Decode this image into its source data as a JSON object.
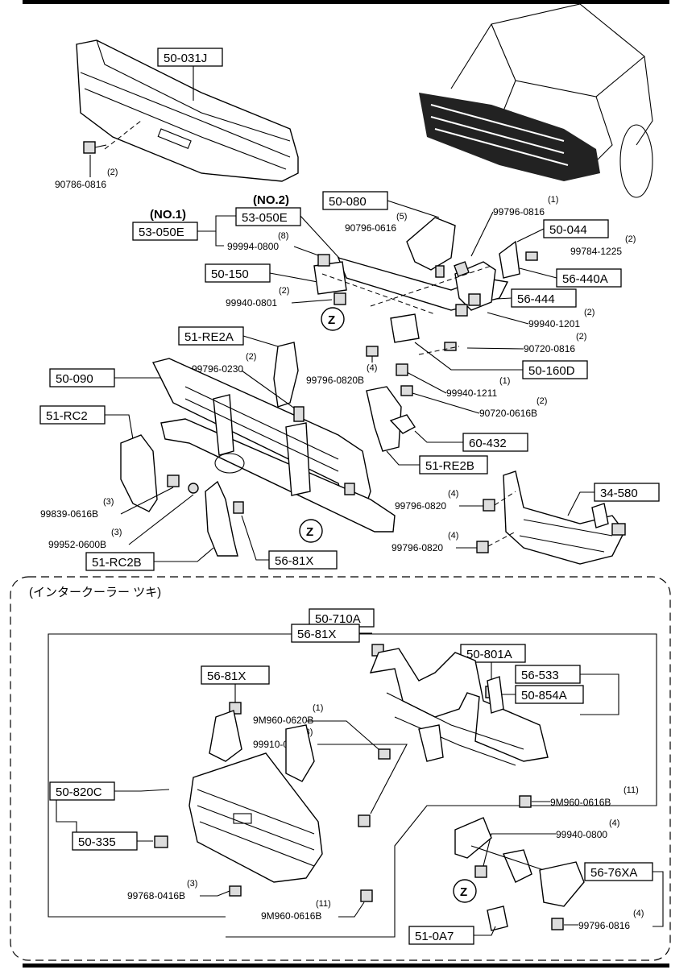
{
  "boxes": {
    "b50031J": "50-031J",
    "b53050E_2": "53-050E",
    "b53050E_1": "53-050E",
    "b50080": "50-080",
    "b50044": "50-044",
    "b56440A": "56-440A",
    "b56444": "56-444",
    "b50150": "50-150",
    "b51RE2A": "51-RE2A",
    "b50160D": "50-160D",
    "b50090": "50-090",
    "b51RC2": "51-RC2",
    "b60432": "60-432",
    "b51RE2B": "51-RE2B",
    "b34580": "34-580",
    "b51RC2B": "51-RC2B",
    "b5681X_a": "56-81X",
    "b50710A": "50-710A",
    "b5681X_b": "56-81X",
    "b50801A": "50-801A",
    "b5681X_c": "56-81X",
    "b56533": "56-533",
    "b50854A": "50-854A",
    "b50820C": "50-820C",
    "b50335": "50-335",
    "b5676XA": "56-76XA",
    "b510A7": "51-0A7"
  },
  "labels": {
    "no2": "(NO.2)",
    "no1": "(NO.1)",
    "intercooler": "(インタークーラー ツキ)",
    "z1": "Z",
    "z2": "Z",
    "z3": "Z"
  },
  "parts": {
    "p1": {
      "qty": "(2)",
      "num": "90786-0816"
    },
    "p2": {
      "qty": "(1)",
      "num": "99796-0816"
    },
    "p3": {
      "qty": "(5)",
      "num": "90796-0616"
    },
    "p4": {
      "qty": "(8)",
      "num": "99994-0800"
    },
    "p5": {
      "qty": "(2)",
      "num": "99784-1225"
    },
    "p6": {
      "qty": "(2)",
      "num": "99940-0801"
    },
    "p7": {
      "qty": "(2)",
      "num": "99940-1201"
    },
    "p8": {
      "qty": "(2)",
      "num": "90720-0816"
    },
    "p9": {
      "qty": "(2)",
      "num": "99796-0230"
    },
    "p10": {
      "qty": "(4)",
      "num": "99796-0820B"
    },
    "p11": {
      "qty": "(1)",
      "num": "99940-1211"
    },
    "p12": {
      "qty": "(2)",
      "num": "90720-0616B"
    },
    "p13": {
      "qty": "(3)",
      "num": "99839-0616B"
    },
    "p14": {
      "qty": "(3)",
      "num": "99952-0600B"
    },
    "p15": {
      "qty": "(4)",
      "num": "99796-0820"
    },
    "p16": {
      "qty": "(4)",
      "num": "99796-0820"
    },
    "p17": {
      "qty": "(1)",
      "num": "9M960-0620B"
    },
    "p18": {
      "qty": "(3)",
      "num": "99910-0401"
    },
    "p19": {
      "qty": "(11)",
      "num": "9M960-0616B"
    },
    "p20": {
      "qty": "(4)",
      "num": "99940-0800"
    },
    "p21": {
      "qty": "(3)",
      "num": "99768-0416B"
    },
    "p22": {
      "qty": "(11)",
      "num": "9M960-0616B"
    },
    "p23": {
      "qty": "(4)",
      "num": "99796-0816"
    }
  }
}
